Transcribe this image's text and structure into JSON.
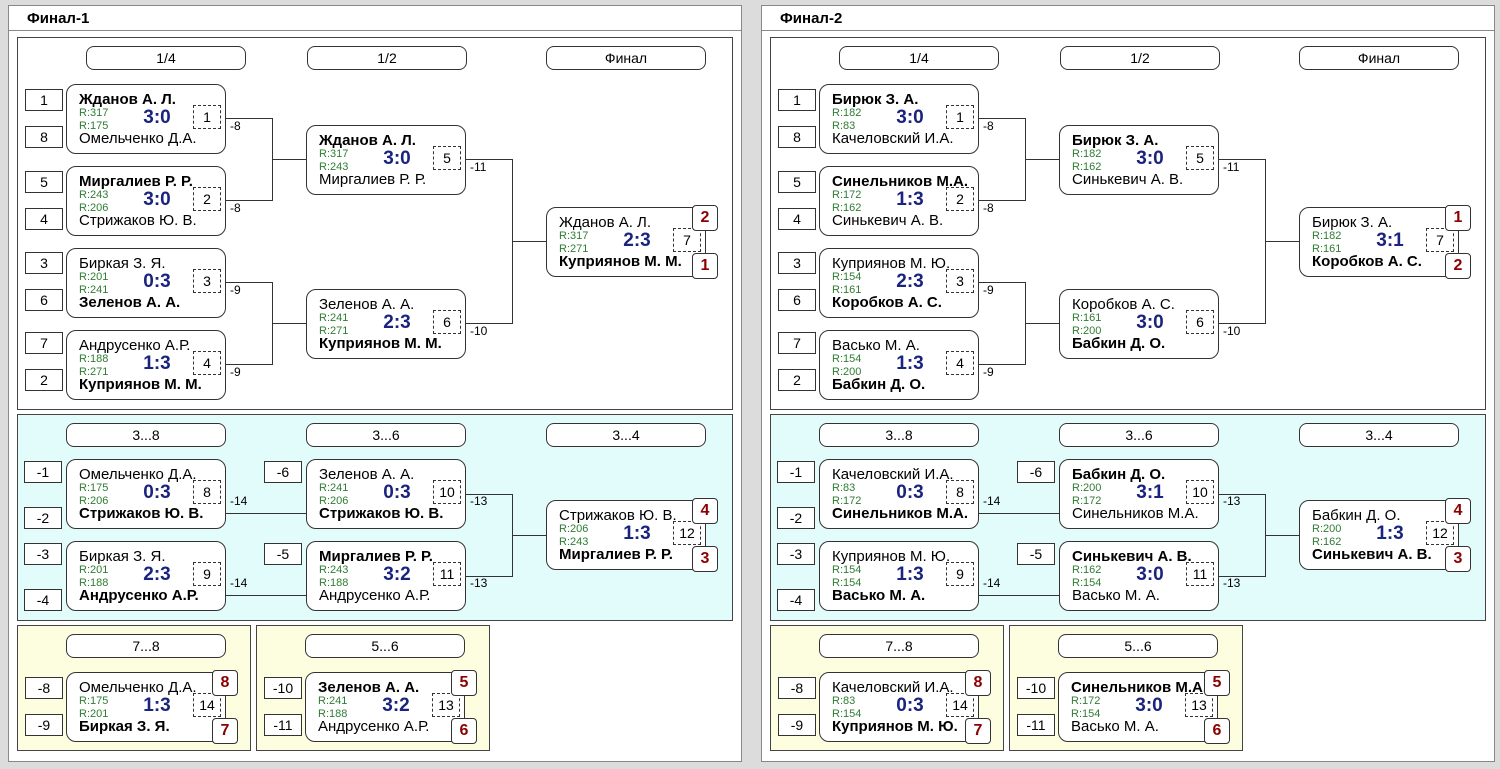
{
  "finals": [
    {
      "title": "Финал-1",
      "main": {
        "round_labels": [
          "1/4",
          "1/2",
          "Финал"
        ],
        "seeds": [
          "1",
          "8",
          "5",
          "4",
          "3",
          "6",
          "7",
          "2"
        ],
        "matches": [
          {
            "p1": "Жданов А. Л.",
            "r1": "R:317",
            "r2": "R:175",
            "p2": "Омельченко Д.А.",
            "score": "3:0",
            "num": "1",
            "loser_to": "-8"
          },
          {
            "p1": "Миргалиев Р. Р.",
            "r1": "R:243",
            "r2": "R:206",
            "p2": "Стрижаков Ю. В.",
            "score": "3:0",
            "num": "2",
            "loser_to": "-8"
          },
          {
            "p1": "Биркая З. Я.",
            "r1": "R:201",
            "r2": "R:241",
            "p2": "Зеленов А. А.",
            "score": "0:3",
            "num": "3",
            "loser_to": "-9"
          },
          {
            "p1": "Андрусенко А.Р.",
            "r1": "R:188",
            "r2": "R:271",
            "p2": "Куприянов М. М.",
            "score": "1:3",
            "num": "4",
            "loser_to": "-9"
          },
          {
            "p1": "Жданов А. Л.",
            "r1": "R:317",
            "r2": "R:243",
            "p2": "Миргалиев Р. Р.",
            "score": "3:0",
            "num": "5",
            "loser_to": "-11"
          },
          {
            "p1": "Зеленов А. А.",
            "r1": "R:241",
            "r2": "R:271",
            "p2": "Куприянов М. М.",
            "score": "2:3",
            "num": "6",
            "loser_to": "-10"
          },
          {
            "p1": "Жданов А. Л.",
            "r1": "R:317",
            "r2": "R:271",
            "p2": "Куприянов М. М.",
            "score": "2:3",
            "num": "7",
            "rank1": "2",
            "rank2": "1"
          }
        ]
      },
      "mid": {
        "round_labels": [
          "3...8",
          "3...6",
          "3...4"
        ],
        "seeds": [
          "-1",
          "-2",
          "-3",
          "-4",
          "-6",
          "-5"
        ],
        "matches": [
          {
            "p1": "Омельченко Д.А.",
            "r1": "R:175",
            "r2": "R:206",
            "p2": "Стрижаков Ю. В.",
            "score": "0:3",
            "num": "8",
            "loser_to": "-14"
          },
          {
            "p1": "Биркая З. Я.",
            "r1": "R:201",
            "r2": "R:188",
            "p2": "Андрусенко А.Р.",
            "score": "2:3",
            "num": "9",
            "loser_to": "-14"
          },
          {
            "p1": "Зеленов А. А.",
            "r1": "R:241",
            "r2": "R:206",
            "p2": "Стрижаков Ю. В.",
            "score": "0:3",
            "num": "10",
            "loser_to": "-13"
          },
          {
            "p1": "Миргалиев Р. Р.",
            "r1": "R:243",
            "r2": "R:188",
            "p2": "Андрусенко А.Р.",
            "score": "3:2",
            "num": "11",
            "loser_to": "-13"
          },
          {
            "p1": "Стрижаков Ю. В.",
            "r1": "R:206",
            "r2": "R:243",
            "p2": "Миргалиев Р. Р.",
            "score": "1:3",
            "num": "12",
            "rank1": "4",
            "rank2": "3"
          }
        ]
      },
      "low": [
        {
          "label": "7...8",
          "seeds": [
            "-8",
            "-9"
          ],
          "match": {
            "p1": "Омельченко Д.А.",
            "r1": "R:175",
            "r2": "R:201",
            "p2": "Биркая З. Я.",
            "score": "1:3",
            "num": "14",
            "rank1": "8",
            "rank2": "7"
          }
        },
        {
          "label": "5...6",
          "seeds": [
            "-10",
            "-11"
          ],
          "match": {
            "p1": "Зеленов А. А.",
            "r1": "R:241",
            "r2": "R:188",
            "p2": "Андрусенко А.Р.",
            "score": "3:2",
            "num": "13",
            "rank1": "5",
            "rank2": "6"
          }
        }
      ]
    },
    {
      "title": "Финал-2",
      "main": {
        "round_labels": [
          "1/4",
          "1/2",
          "Финал"
        ],
        "seeds": [
          "1",
          "8",
          "5",
          "4",
          "3",
          "6",
          "7",
          "2"
        ],
        "matches": [
          {
            "p1": "Бирюк З. А.",
            "r1": "R:182",
            "r2": "R:83",
            "p2": "Качеловский И.А.",
            "score": "3:0",
            "num": "1",
            "loser_to": "-8"
          },
          {
            "p1": "Синельников М.А.",
            "r1": "R:172",
            "r2": "R:162",
            "p2": "Синькевич А. В.",
            "score": "1:3",
            "num": "2",
            "loser_to": "-8"
          },
          {
            "p1": "Куприянов М. Ю.",
            "r1": "R:154",
            "r2": "R:161",
            "p2": "Коробков А. С.",
            "score": "2:3",
            "num": "3",
            "loser_to": "-9"
          },
          {
            "p1": "Васько М. А.",
            "r1": "R:154",
            "r2": "R:200",
            "p2": "Бабкин Д. О.",
            "score": "1:3",
            "num": "4",
            "loser_to": "-9"
          },
          {
            "p1": "Бирюк З. А.",
            "r1": "R:182",
            "r2": "R:162",
            "p2": "Синькевич А. В.",
            "score": "3:0",
            "num": "5",
            "loser_to": "-11"
          },
          {
            "p1": "Коробков А. С.",
            "r1": "R:161",
            "r2": "R:200",
            "p2": "Бабкин Д. О.",
            "score": "3:0",
            "num": "6",
            "loser_to": "-10"
          },
          {
            "p1": "Бирюк З. А.",
            "r1": "R:182",
            "r2": "R:161",
            "p2": "Коробков А. С.",
            "score": "3:1",
            "num": "7",
            "rank1": "1",
            "rank2": "2"
          }
        ]
      },
      "mid": {
        "round_labels": [
          "3...8",
          "3...6",
          "3...4"
        ],
        "seeds": [
          "-1",
          "-2",
          "-3",
          "-4",
          "-6",
          "-5"
        ],
        "matches": [
          {
            "p1": "Качеловский И.А.",
            "r1": "R:83",
            "r2": "R:172",
            "p2": "Синельников М.А.",
            "score": "0:3",
            "num": "8",
            "loser_to": "-14"
          },
          {
            "p1": "Куприянов М. Ю.",
            "r1": "R:154",
            "r2": "R:154",
            "p2": "Васько М. А.",
            "score": "1:3",
            "num": "9",
            "loser_to": "-14"
          },
          {
            "p1": "Бабкин Д. О.",
            "r1": "R:200",
            "r2": "R:172",
            "p2": "Синельников М.А.",
            "score": "3:1",
            "num": "10",
            "loser_to": "-13"
          },
          {
            "p1": "Синькевич А. В.",
            "r1": "R:162",
            "r2": "R:154",
            "p2": "Васько М. А.",
            "score": "3:0",
            "num": "11",
            "loser_to": "-13"
          },
          {
            "p1": "Бабкин Д. О.",
            "r1": "R:200",
            "r2": "R:162",
            "p2": "Синькевич А. В.",
            "score": "1:3",
            "num": "12",
            "rank1": "4",
            "rank2": "3"
          }
        ]
      },
      "low": [
        {
          "label": "7...8",
          "seeds": [
            "-8",
            "-9"
          ],
          "match": {
            "p1": "Качеловский И.А.",
            "r1": "R:83",
            "r2": "R:154",
            "p2": "Куприянов М. Ю.",
            "score": "0:3",
            "num": "14",
            "rank1": "8",
            "rank2": "7"
          }
        },
        {
          "label": "5...6",
          "seeds": [
            "-10",
            "-11"
          ],
          "match": {
            "p1": "Синельников М.А.",
            "r1": "R:172",
            "r2": "R:154",
            "p2": "Васько М. А.",
            "score": "3:0",
            "num": "13",
            "rank1": "5",
            "rank2": "6"
          }
        }
      ]
    }
  ]
}
